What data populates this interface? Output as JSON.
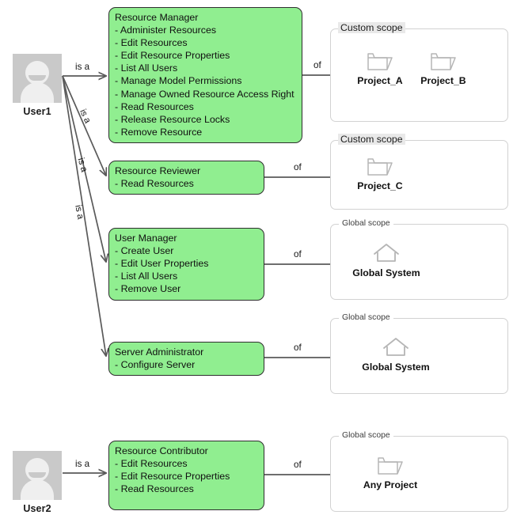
{
  "diagram": {
    "title": "User role and scope assignment diagram",
    "colors": {
      "role_fill": "#90ee90",
      "role_border": "#2e2e2e",
      "panel_border": "#d2d2d2",
      "connector": "#5a5a5a",
      "avatar_bg": "#c9c9c9",
      "avatar_fg": "#efefef",
      "custom_legend_bg": "#e9e9e9"
    },
    "edge_labels": {
      "is_a": "is a",
      "of": "of"
    }
  },
  "users": [
    {
      "id": "user1",
      "label": "User1",
      "icon": "user-avatar-icon"
    },
    {
      "id": "user2",
      "label": "User2",
      "icon": "user-avatar-icon"
    }
  ],
  "roles": [
    {
      "id": "resource-manager",
      "title": "Resource Manager",
      "permissions": [
        "- Administer Resources",
        "- Edit Resources",
        "- Edit Resource Properties",
        "- List All Users",
        "- Manage Model Permissions",
        "- Manage Owned Resource Access Right",
        "- Read Resources",
        "- Release Resource Locks",
        "- Remove Resource"
      ]
    },
    {
      "id": "resource-reviewer",
      "title": "Resource Reviewer",
      "permissions": [
        "- Read Resources"
      ]
    },
    {
      "id": "user-manager",
      "title": "User Manager",
      "permissions": [
        "- Create User",
        "- Edit User Properties",
        "- List All Users",
        "- Remove User"
      ]
    },
    {
      "id": "server-administrator",
      "title": "Server Administrator",
      "permissions": [
        "- Configure Server"
      ]
    },
    {
      "id": "resource-contributor",
      "title": "Resource Contributor",
      "permissions": [
        "- Edit Resources",
        "- Edit Resource Properties",
        "- Read Resources"
      ]
    }
  ],
  "scopes": [
    {
      "id": "scope-1",
      "legend": "Custom scope",
      "kind": "custom",
      "items": [
        {
          "label": "Project_A",
          "icon": "folder-icon"
        },
        {
          "label": "Project_B",
          "icon": "folder-icon"
        }
      ]
    },
    {
      "id": "scope-2",
      "legend": "Custom scope",
      "kind": "custom",
      "items": [
        {
          "label": "Project_C",
          "icon": "folder-icon"
        }
      ]
    },
    {
      "id": "scope-3",
      "legend": "Global scope",
      "kind": "global",
      "items": [
        {
          "label": "Global System",
          "icon": "home-icon"
        }
      ]
    },
    {
      "id": "scope-4",
      "legend": "Global scope",
      "kind": "global",
      "items": [
        {
          "label": "Global System",
          "icon": "home-icon"
        }
      ]
    },
    {
      "id": "scope-5",
      "legend": "Global scope",
      "kind": "global",
      "items": [
        {
          "label": "Any Project",
          "icon": "folder-icon"
        }
      ]
    }
  ],
  "edges": {
    "is_a": [
      {
        "from": "user1",
        "to": "resource-manager",
        "label": "is a"
      },
      {
        "from": "user1",
        "to": "resource-reviewer",
        "label": "is a"
      },
      {
        "from": "user1",
        "to": "user-manager",
        "label": "is a"
      },
      {
        "from": "user1",
        "to": "server-administrator",
        "label": "is a"
      },
      {
        "from": "user2",
        "to": "resource-contributor",
        "label": "is a"
      }
    ],
    "of": [
      {
        "from": "resource-manager",
        "to": "scope-1",
        "label": "of"
      },
      {
        "from": "resource-reviewer",
        "to": "scope-2",
        "label": "of"
      },
      {
        "from": "user-manager",
        "to": "scope-3",
        "label": "of"
      },
      {
        "from": "server-administrator",
        "to": "scope-4",
        "label": "of"
      },
      {
        "from": "resource-contributor",
        "to": "scope-5",
        "label": "of"
      }
    ]
  }
}
